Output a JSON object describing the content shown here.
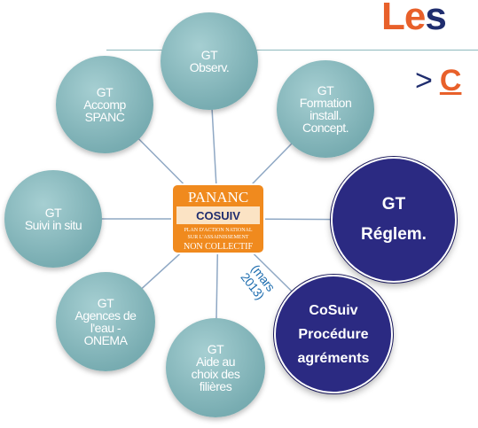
{
  "title": {
    "part1": "Le",
    "part2": "s"
  },
  "bullet": {
    "marker": ">",
    "text": "C"
  },
  "center": {
    "logo_name": "PANANC",
    "badge": "COSUIV",
    "line1": "PLAN D'ACTION NATIONAL",
    "line2": "SUR L'ASSAINISSEMENT",
    "line3": "NON COLLECTIF"
  },
  "nodes": [
    {
      "label": "GT\nObserv."
    },
    {
      "label": "GT\nFormation\ninstall.\nConcept."
    },
    {
      "label": "GT\nRéglem."
    },
    {
      "label": "CoSuiv\nProcédure\nagréments"
    },
    {
      "label": "GT\nAide au\nchoix des\nfilières"
    },
    {
      "label": "GT\nAgences de\nl'eau -\nONEMA"
    },
    {
      "label": "GT\nSuivi in situ"
    },
    {
      "label": "GT\nAccomp\nSPANC"
    }
  ],
  "note": "(mars\n2013)",
  "colors": {
    "teal": "#79adb2",
    "navy": "#2b2a82",
    "orange": "#e8602a",
    "dark_blue": "#1f2d6e"
  }
}
